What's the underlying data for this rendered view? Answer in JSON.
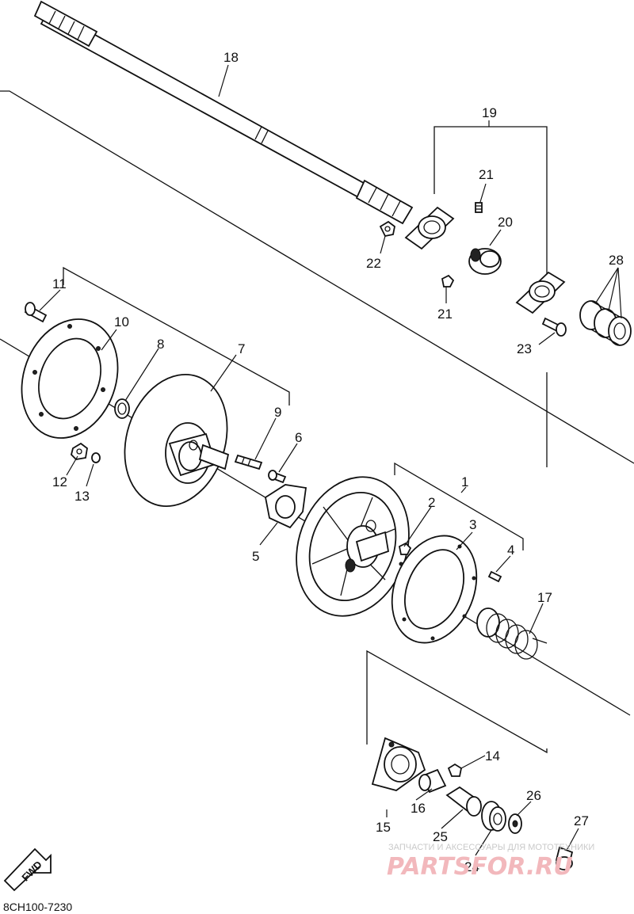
{
  "diagram": {
    "part_numbers": [
      "1",
      "2",
      "3",
      "4",
      "5",
      "6",
      "7",
      "8",
      "9",
      "10",
      "11",
      "12",
      "13",
      "14",
      "15",
      "16",
      "17",
      "18",
      "19",
      "20",
      "21",
      "21",
      "22",
      "23",
      "24",
      "25",
      "26",
      "27",
      "28"
    ],
    "fwd_label": "FWD",
    "figure_code": "8CH100-7230",
    "watermark": {
      "tagline": "ЗАПЧАСТИ И АКСЕССУАРЫ ДЛЯ МОТОТЕХНИКИ",
      "logo": "PARTSFOR.RU"
    }
  }
}
